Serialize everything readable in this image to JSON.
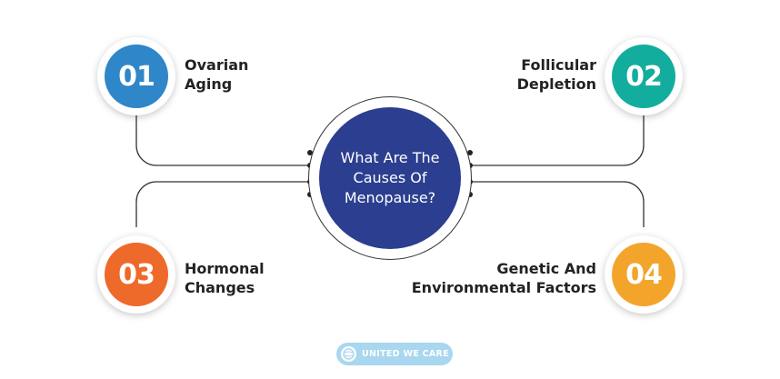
{
  "center": {
    "lines": [
      "What Are The",
      "Causes Of",
      "Menopause?"
    ],
    "color": "#2c3e8f"
  },
  "causes": [
    {
      "number": "01",
      "lines": [
        "Ovarian",
        "Aging"
      ],
      "color": "#2f86c8"
    },
    {
      "number": "02",
      "lines": [
        "Follicular",
        "Depletion"
      ],
      "color": "#13ad9e"
    },
    {
      "number": "03",
      "lines": [
        "Hormonal",
        "Changes"
      ],
      "color": "#ee6a2a"
    },
    {
      "number": "04",
      "lines": [
        "Genetic And",
        "Environmental Factors"
      ],
      "color": "#f3a52b"
    }
  ],
  "logo": {
    "text": "UNITED WE CARE",
    "icon": "globe-icon",
    "color": "#a8d7ef"
  },
  "connector_color": "#333333"
}
